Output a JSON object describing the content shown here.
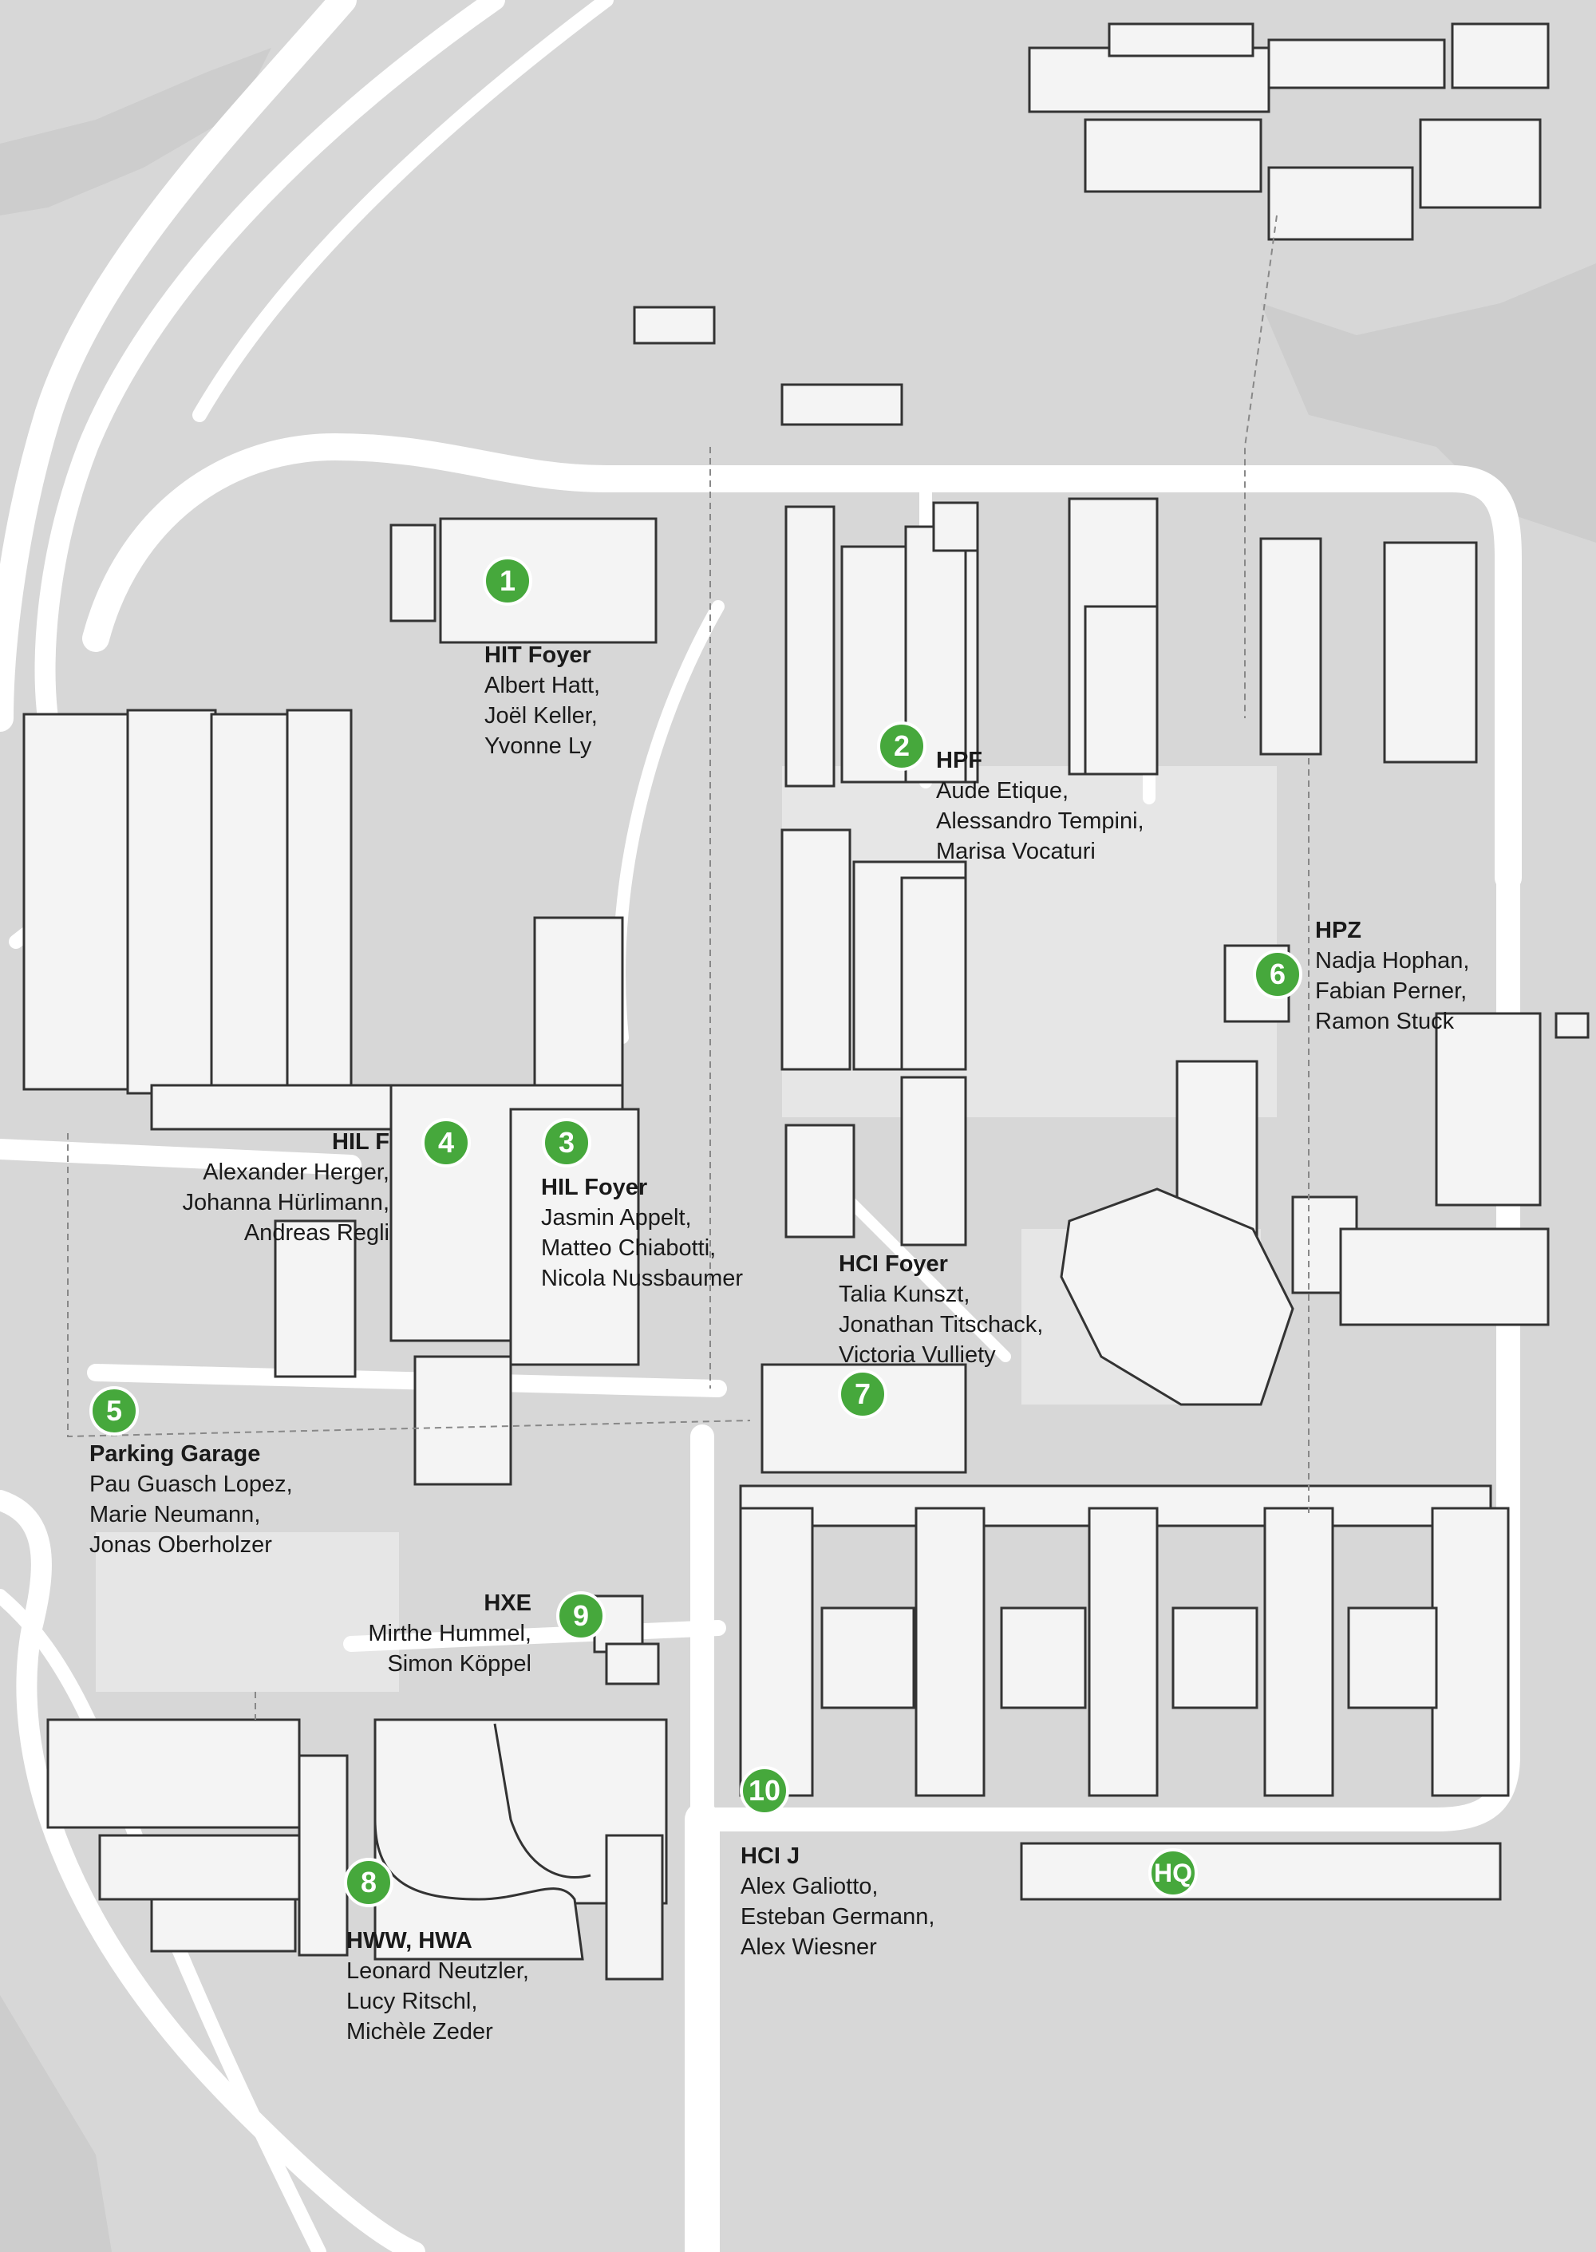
{
  "colors": {
    "background": "#d7d7d7",
    "road": "#ffffff",
    "building_fill": "#f4f4f4",
    "building_line": "#333333",
    "marker": "#46a83c",
    "text": "#1a1a1a"
  },
  "markers": [
    {
      "id": "1",
      "label": "1"
    },
    {
      "id": "2",
      "label": "2"
    },
    {
      "id": "3",
      "label": "3"
    },
    {
      "id": "4",
      "label": "4"
    },
    {
      "id": "5",
      "label": "5"
    },
    {
      "id": "6",
      "label": "6"
    },
    {
      "id": "7",
      "label": "7"
    },
    {
      "id": "8",
      "label": "8"
    },
    {
      "id": "9",
      "label": "9"
    },
    {
      "id": "10",
      "label": "10"
    },
    {
      "id": "hq",
      "label": "HQ"
    }
  ],
  "locations": [
    {
      "title": "HIT Foyer",
      "people": [
        "Albert Hatt,",
        "Joël Keller,",
        "Yvonne Ly"
      ]
    },
    {
      "title": "HPF",
      "people": [
        "Aude Etique,",
        "Alessandro Tempini,",
        "Marisa Vocaturi"
      ]
    },
    {
      "title": "HIL Foyer",
      "people": [
        "Jasmin Appelt,",
        "Matteo Chiabotti,",
        "Nicola Nussbaumer"
      ]
    },
    {
      "title": "HIL F",
      "people": [
        "Alexander Herger,",
        "Johanna Hürlimann,",
        "Andreas Regli"
      ]
    },
    {
      "title": "Parking Garage",
      "people": [
        "Pau Guasch Lopez,",
        "Marie Neumann,",
        "Jonas Oberholzer"
      ]
    },
    {
      "title": "HPZ",
      "people": [
        "Nadja Hophan,",
        "Fabian Perner,",
        "Ramon Stuck"
      ]
    },
    {
      "title": "HCI Foyer",
      "people": [
        "Talia Kunszt,",
        "Jonathan Titschack,",
        "Victoria Vulliety"
      ]
    },
    {
      "title": "HWW, HWA",
      "people": [
        "Leonard Neutzler,",
        "Lucy Ritschl,",
        "Michèle Zeder"
      ]
    },
    {
      "title": "HXE",
      "people": [
        "Mirthe Hummel,",
        "Simon Köppel"
      ]
    },
    {
      "title": "HCI J",
      "people": [
        "Alex Galiotto,",
        "Esteban Germann,",
        "Alex Wiesner"
      ]
    }
  ]
}
